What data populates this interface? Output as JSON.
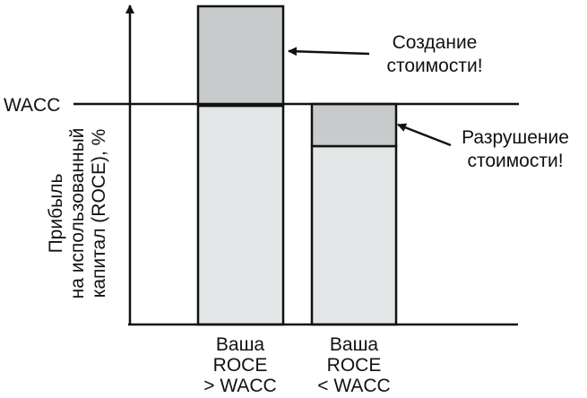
{
  "colors": {
    "light_fill": "#e3e6e6",
    "dark_fill": "#c8cbcb",
    "stroke": "#111111",
    "background": "#ffffff"
  },
  "axis": {
    "threshold_label": "WACC",
    "y_label_lines": [
      "Прибыль",
      "на использованный",
      "капитал (ROCE), %"
    ]
  },
  "bars": [
    {
      "caption_lines": [
        "Ваша",
        "ROCE",
        "> WACC"
      ],
      "callout_lines": [
        "Создание",
        "стоимости!"
      ]
    },
    {
      "caption_lines": [
        "Ваша",
        "ROCE",
        "< WACC"
      ],
      "callout_lines": [
        "Разрушение",
        "стоимости!"
      ]
    }
  ]
}
